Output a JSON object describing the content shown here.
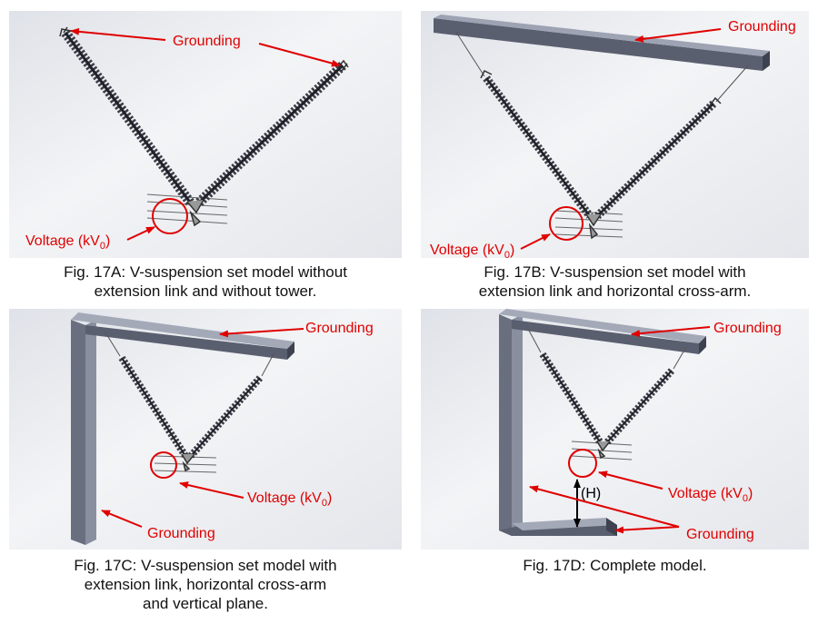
{
  "accent_color": "#e00000",
  "labels": {
    "grounding": "Grounding",
    "voltage_prefix": "Voltage (kV",
    "voltage_sub": "0",
    "voltage_suffix": ")",
    "height": "(H)"
  },
  "captions": {
    "a_line1": "Fig. 17A: V-suspension set model without",
    "a_line2": "extension link and without tower.",
    "b_line1": "Fig. 17B: V-suspension set model with",
    "b_line2": "extension link and horizontal cross-arm.",
    "c_line1": "Fig. 17C: V-suspension set model with",
    "c_line2": "extension link, horizontal cross-arm",
    "c_line3": "and vertical plane.",
    "d_line1": "Fig. 17D: Complete model."
  }
}
